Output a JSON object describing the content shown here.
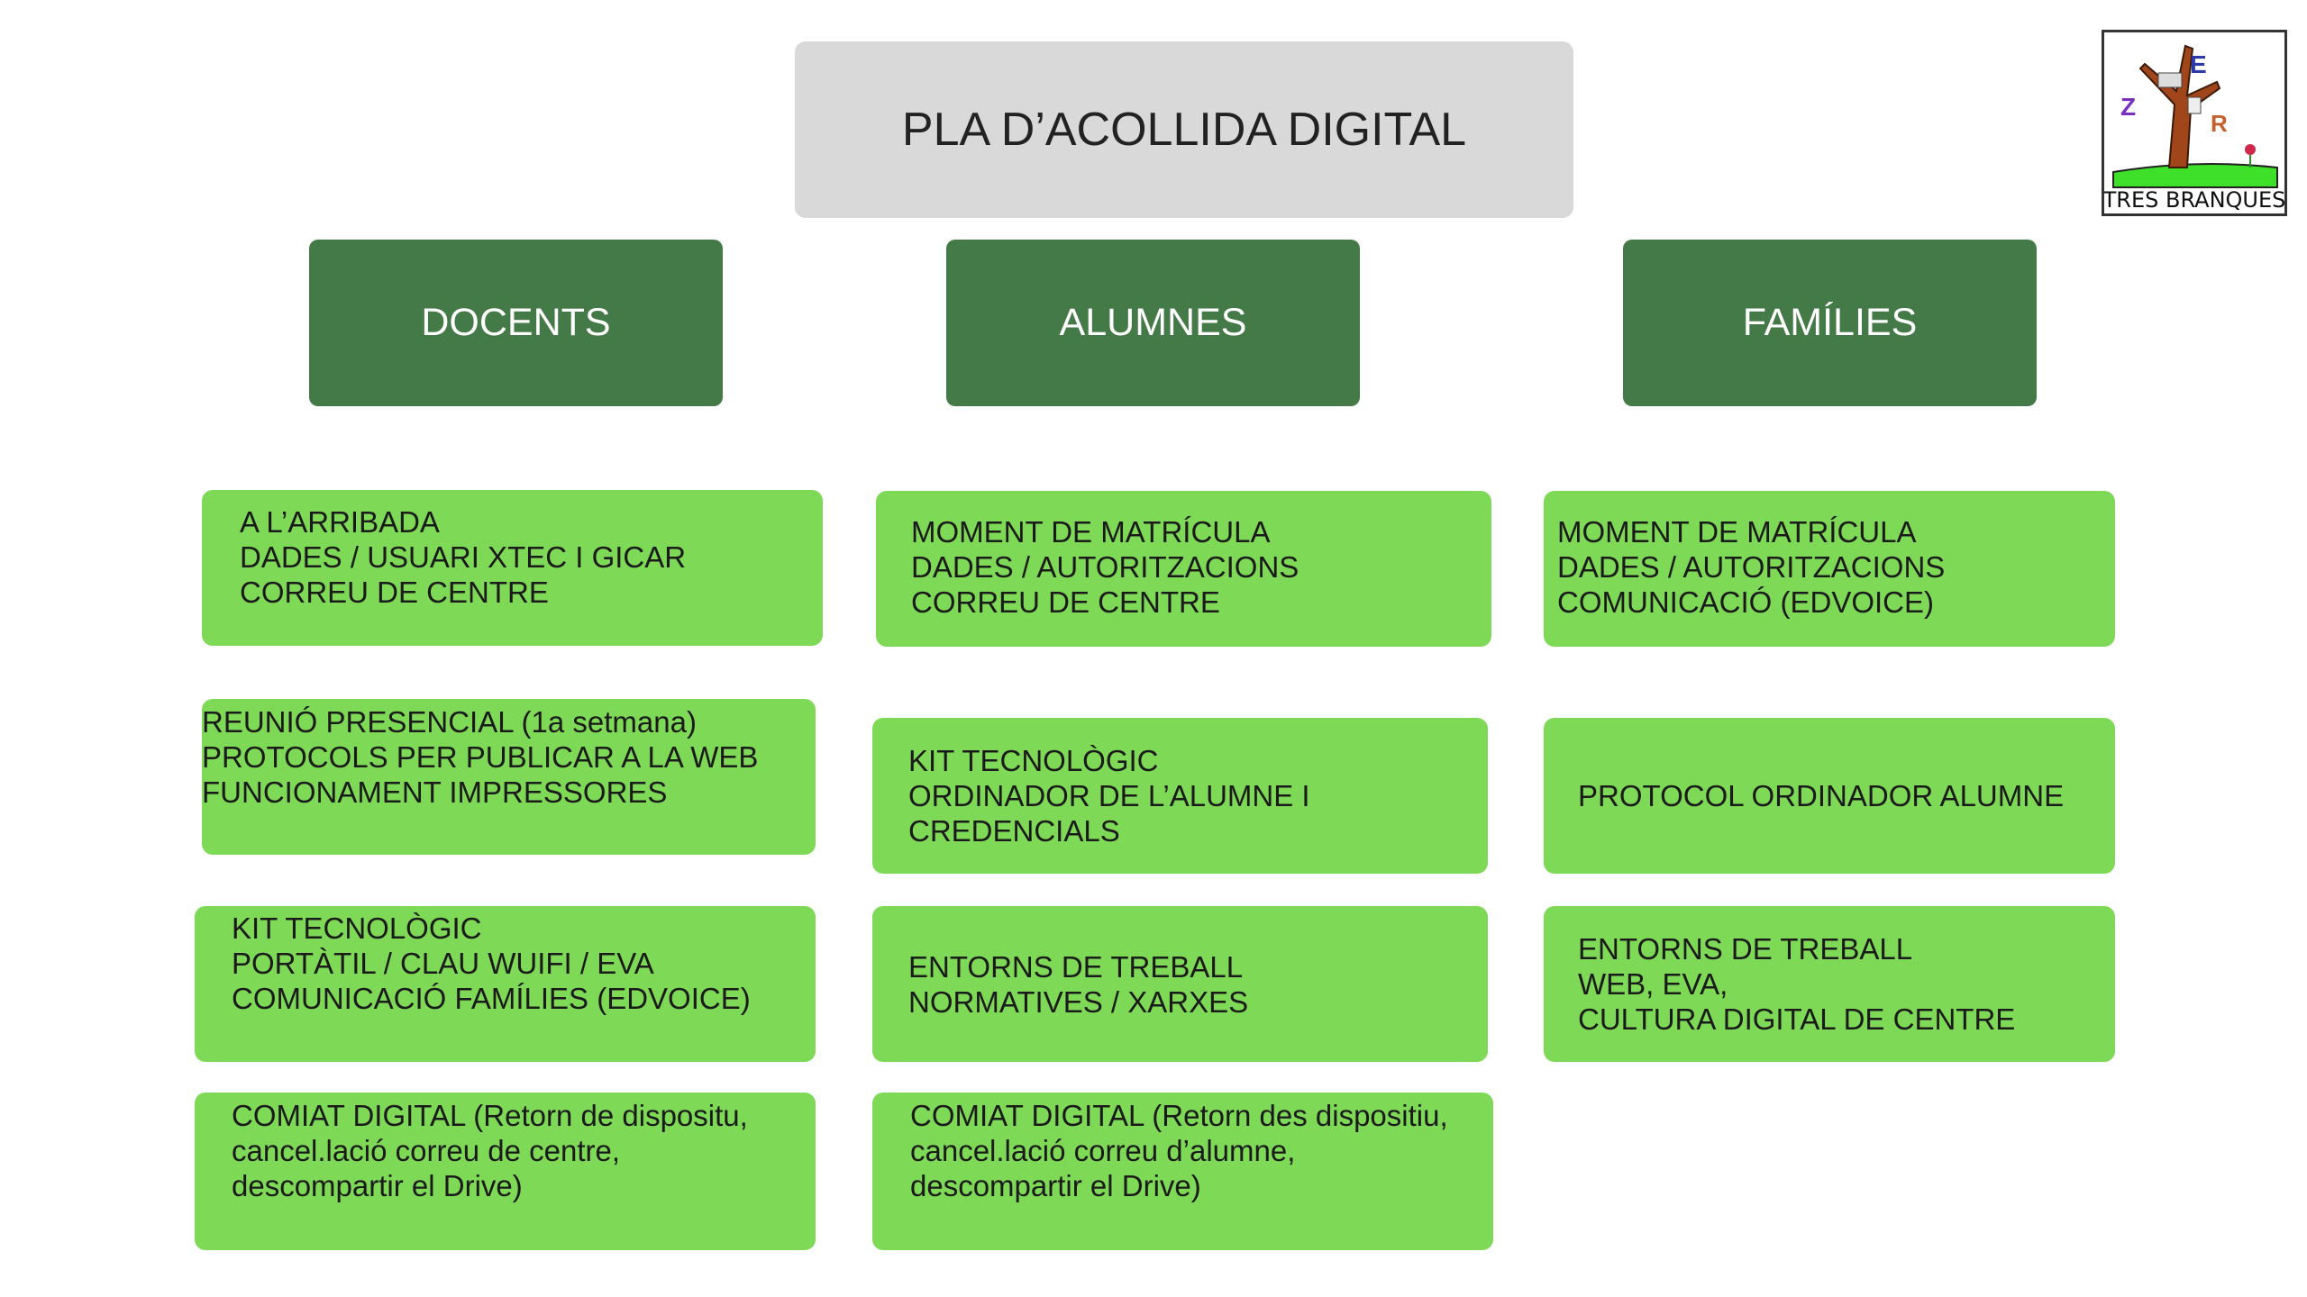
{
  "title": "PLA D’ACOLLIDA DIGITAL",
  "logo": {
    "letters": [
      "Z",
      "E",
      "R"
    ],
    "caption": "TRES BRANQUES"
  },
  "colors": {
    "header": "#447a47",
    "box": "#7ed957",
    "title_bg": "#d9d9d9"
  },
  "columns": [
    {
      "header": "DOCENTS",
      "boxes": [
        {
          "lines": [
            "A L’ARRIBADA",
            "DADES / USUARI XTEC I GICAR",
            "CORREU DE CENTRE"
          ]
        },
        {
          "lines": [
            "REUNIÓ PRESENCIAL (1a setmana)",
            "PROTOCOLS PER PUBLICAR A LA WEB",
            "FUNCIONAMENT IMPRESSORES"
          ]
        },
        {
          "lines": [
            "KIT TECNOLÒGIC",
            "PORTÀTIL  /  CLAU WUIFI  /  EVA",
            "COMUNICACIÓ FAMÍLIES (EDVOICE)"
          ]
        },
        {
          "lines": [
            "COMIAT DIGITAL (Retorn de dispositu,",
            "cancel.lació correu de centre,",
            "descompartir el Drive)"
          ]
        }
      ]
    },
    {
      "header": "ALUMNES",
      "boxes": [
        {
          "lines": [
            "MOMENT DE MATRÍCULA",
            "DADES / AUTORITZACIONS",
            "CORREU DE CENTRE"
          ]
        },
        {
          "lines": [
            "KIT TECNOLÒGIC",
            "ORDINADOR DE L’ALUMNE I",
            "CREDENCIALS"
          ]
        },
        {
          "lines": [
            "ENTORNS DE TREBALL",
            "NORMATIVES  /  XARXES"
          ]
        },
        {
          "lines": [
            "COMIAT DIGITAL (Retorn des dispositiu,",
            "cancel.lació correu d’alumne,",
            "descompartir el Drive)"
          ]
        }
      ]
    },
    {
      "header": "FAMÍLIES",
      "boxes": [
        {
          "lines": [
            "MOMENT DE MATRÍCULA",
            "DADES / AUTORITZACIONS",
            "COMUNICACIÓ (EDVOICE)"
          ]
        },
        {
          "lines": [
            "PROTOCOL ORDINADOR ALUMNE"
          ]
        },
        {
          "lines": [
            "ENTORNS DE TREBALL",
            "WEB, EVA,",
            "CULTURA DIGITAL DE CENTRE"
          ]
        }
      ]
    }
  ]
}
